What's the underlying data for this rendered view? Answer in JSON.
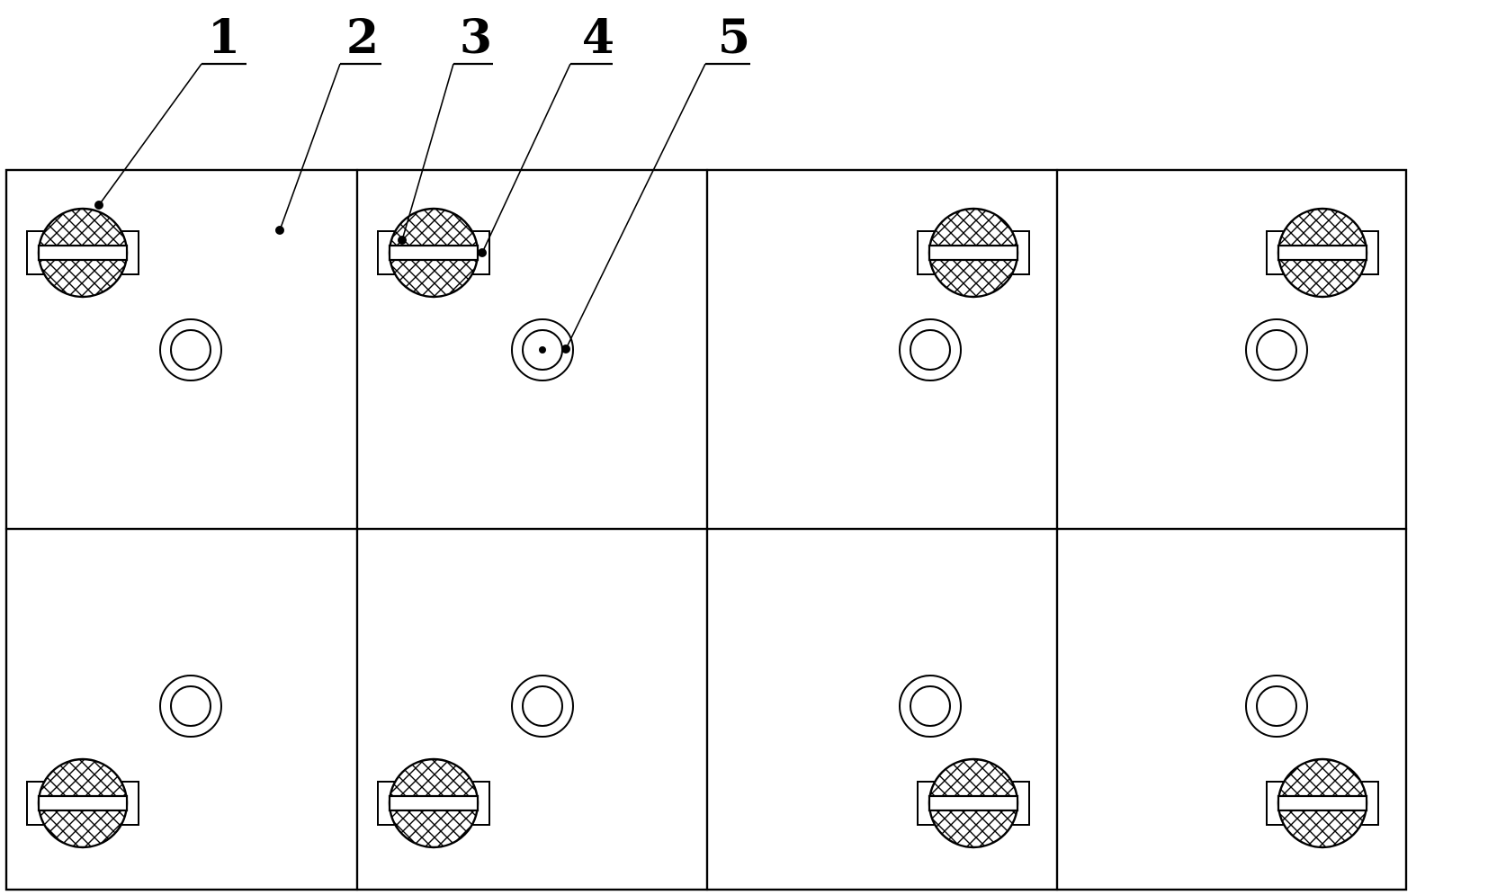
{
  "colors": {
    "stroke": "#000000",
    "background": "#ffffff"
  },
  "grid": {
    "rows": 2,
    "cols": 4
  },
  "cells": [
    {
      "row": 0,
      "col": 0,
      "screw": "top-left"
    },
    {
      "row": 0,
      "col": 1,
      "screw": "top-left"
    },
    {
      "row": 0,
      "col": 2,
      "screw": "top-right"
    },
    {
      "row": 0,
      "col": 3,
      "screw": "top-right"
    },
    {
      "row": 1,
      "col": 0,
      "screw": "bottom-left"
    },
    {
      "row": 1,
      "col": 1,
      "screw": "bottom-left"
    },
    {
      "row": 1,
      "col": 2,
      "screw": "bottom-right"
    },
    {
      "row": 1,
      "col": 3,
      "screw": "bottom-right"
    }
  ],
  "labels": [
    {
      "text": "1"
    },
    {
      "text": "2"
    },
    {
      "text": "3"
    },
    {
      "text": "4"
    },
    {
      "text": "5"
    }
  ]
}
